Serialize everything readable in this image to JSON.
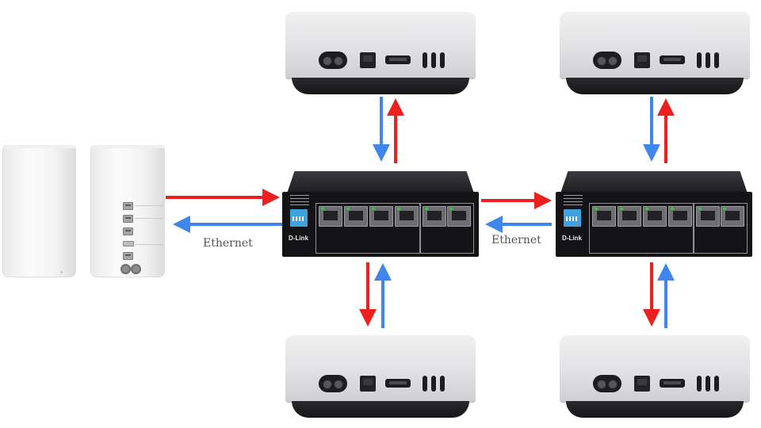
{
  "diagram": {
    "labels": {
      "ethernet_left": "Ethernet",
      "ethernet_right": "Ethernet"
    },
    "switch_brand": "D-Link",
    "colors": {
      "outbound_arrow": "#ee1f1f",
      "inbound_arrow": "#3f86ee"
    },
    "devices": [
      {
        "id": "airport-left",
        "icon": "airport-base-station-icon"
      },
      {
        "id": "airport-right",
        "icon": "airport-base-station-icon"
      },
      {
        "id": "switch-left",
        "icon": "ethernet-switch-icon"
      },
      {
        "id": "switch-right",
        "icon": "ethernet-switch-icon"
      },
      {
        "id": "mac-mini-top-left",
        "icon": "mac-mini-icon"
      },
      {
        "id": "mac-mini-top-right",
        "icon": "mac-mini-icon"
      },
      {
        "id": "mac-mini-bottom-left",
        "icon": "mac-mini-icon"
      },
      {
        "id": "mac-mini-bottom-right",
        "icon": "mac-mini-icon"
      }
    ],
    "connections": [
      {
        "from": "airport-right",
        "to": "switch-left"
      },
      {
        "from": "switch-left",
        "to": "switch-right"
      },
      {
        "from": "switch-left",
        "to": "mac-mini-top-left"
      },
      {
        "from": "switch-left",
        "to": "mac-mini-bottom-left"
      },
      {
        "from": "switch-right",
        "to": "mac-mini-top-right"
      },
      {
        "from": "switch-right",
        "to": "mac-mini-bottom-right"
      }
    ]
  }
}
